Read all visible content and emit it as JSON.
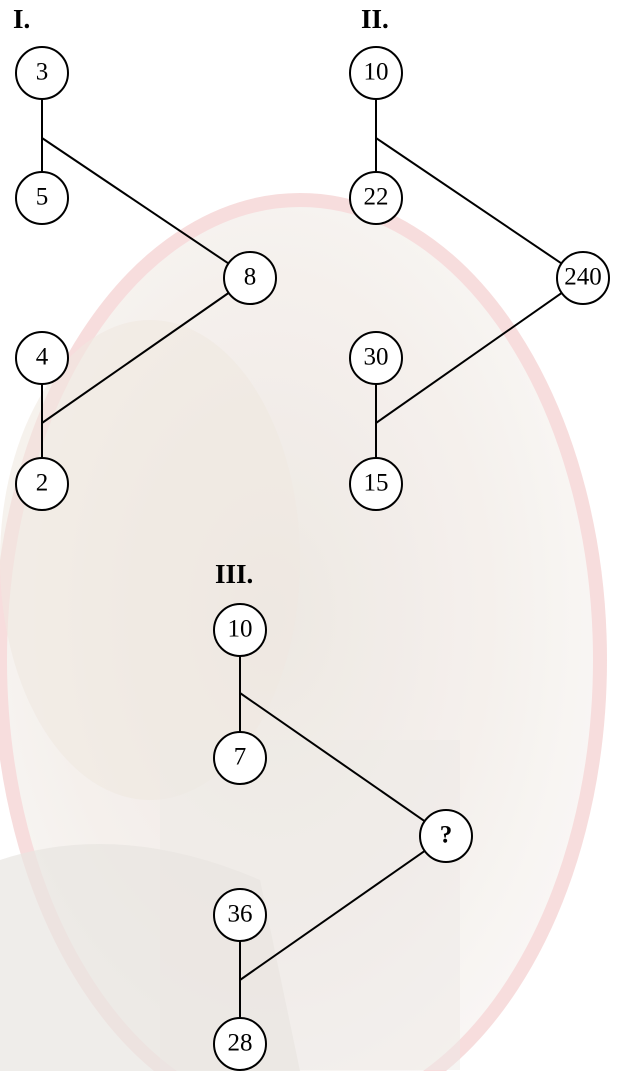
{
  "colors": {
    "background": "#ffffff",
    "photo_ring": "#f3c9c9",
    "ink": "#000000"
  },
  "puzzles": [
    {
      "heading": "I.",
      "top_pair": [
        "3",
        "5"
      ],
      "bottom_pair": [
        "4",
        "2"
      ],
      "result": "8"
    },
    {
      "heading": "II.",
      "top_pair": [
        "10",
        "22"
      ],
      "bottom_pair": [
        "30",
        "15"
      ],
      "result": "240"
    },
    {
      "heading": "III.",
      "top_pair": [
        "10",
        "7"
      ],
      "bottom_pair": [
        "36",
        "28"
      ],
      "result": "?"
    }
  ]
}
